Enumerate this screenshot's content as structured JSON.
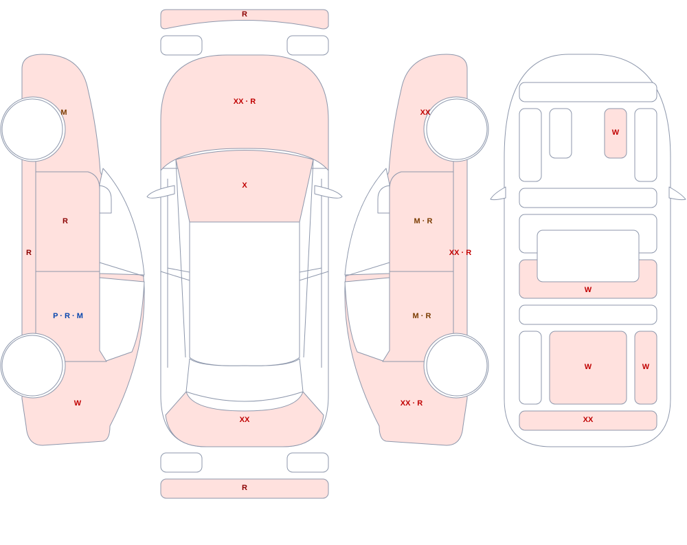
{
  "colors": {
    "damaged_fill": "#ffe1de",
    "outline": "#8c96ab",
    "code_red": "#c00000",
    "code_brown": "#7a3b00",
    "code_maroon": "#8b0000",
    "code_blue": "#0645ad"
  },
  "left_side": {
    "fender_front": "M",
    "door_front": "R",
    "rocker": "R",
    "door_rear": "P · R · M",
    "quarter_panel": "W"
  },
  "top_view": {
    "front_bumper": "R",
    "hood": "XX · R",
    "windshield": "X",
    "rear_window": "XX",
    "rear_bumper": "R"
  },
  "right_side": {
    "fender_front": "XX",
    "door_front": "M · R",
    "rocker": "XX · R",
    "door_rear": "M · R",
    "quarter_panel": "XX · R"
  },
  "interior": {
    "front_console": "W",
    "rear_seat": "W",
    "cargo_floor": "W",
    "cargo_right": "W",
    "rear_sill": "XX"
  }
}
